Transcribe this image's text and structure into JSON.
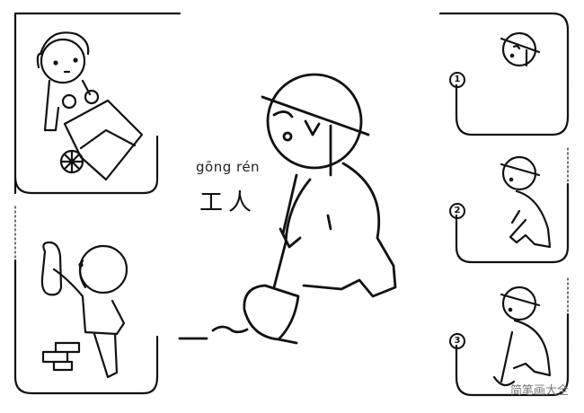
{
  "title": {
    "pinyin": "gōng rén",
    "hanzi": "工人"
  },
  "steps": [
    {
      "label": "1"
    },
    {
      "label": "2"
    },
    {
      "label": "3"
    }
  ],
  "watermark": "简笔画大全",
  "panels": [
    "worker-pushing-wheelbarrow",
    "worker-plastering-wall",
    "worker-digging-with-shovel"
  ]
}
